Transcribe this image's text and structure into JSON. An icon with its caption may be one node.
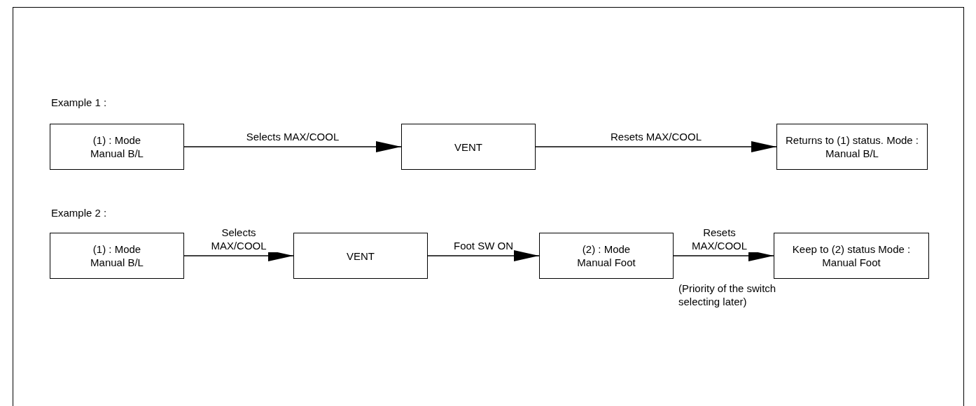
{
  "diagram": {
    "nodes": [
      {
        "text": [
          "(1) : Mode Manual B/L"
        ]
      },
      {
        "text": [
          "VENT"
        ]
      },
      {
        "text": [
          "Returns to (1) status. Mode : Manual B/L"
        ]
      },
      {
        "text": [
          "(1) : Mode Manual B/L"
        ]
      },
      {
        "text": [
          "VENT"
        ]
      },
      {
        "text": [
          "(2) : Mode Manual Foot"
        ]
      },
      {
        "text": [
          "Keep to (2) status Mode : Manual Foot"
        ]
      }
    ],
    "edges": [
      {
        "from": 0,
        "to": 1,
        "arrow": "to",
        "label": "Selects MAX/COOL"
      },
      {
        "from": 1,
        "to": 2,
        "arrow": "to",
        "label": "Resets MAX/COOL"
      },
      {
        "from": 3,
        "to": 4,
        "arrow": "to",
        "label": "Selects MAX/COOL"
      },
      {
        "from": 4,
        "to": 5,
        "arrow": "to",
        "label": "Foot SW ON"
      },
      {
        "from": 5,
        "to": 6,
        "arrow": "to",
        "label": "Resets MAX/COOL"
      }
    ],
    "labels": [
      "Example 1 :",
      "Example 2 :",
      "(Priority of the switch selecting later)"
    ]
  }
}
